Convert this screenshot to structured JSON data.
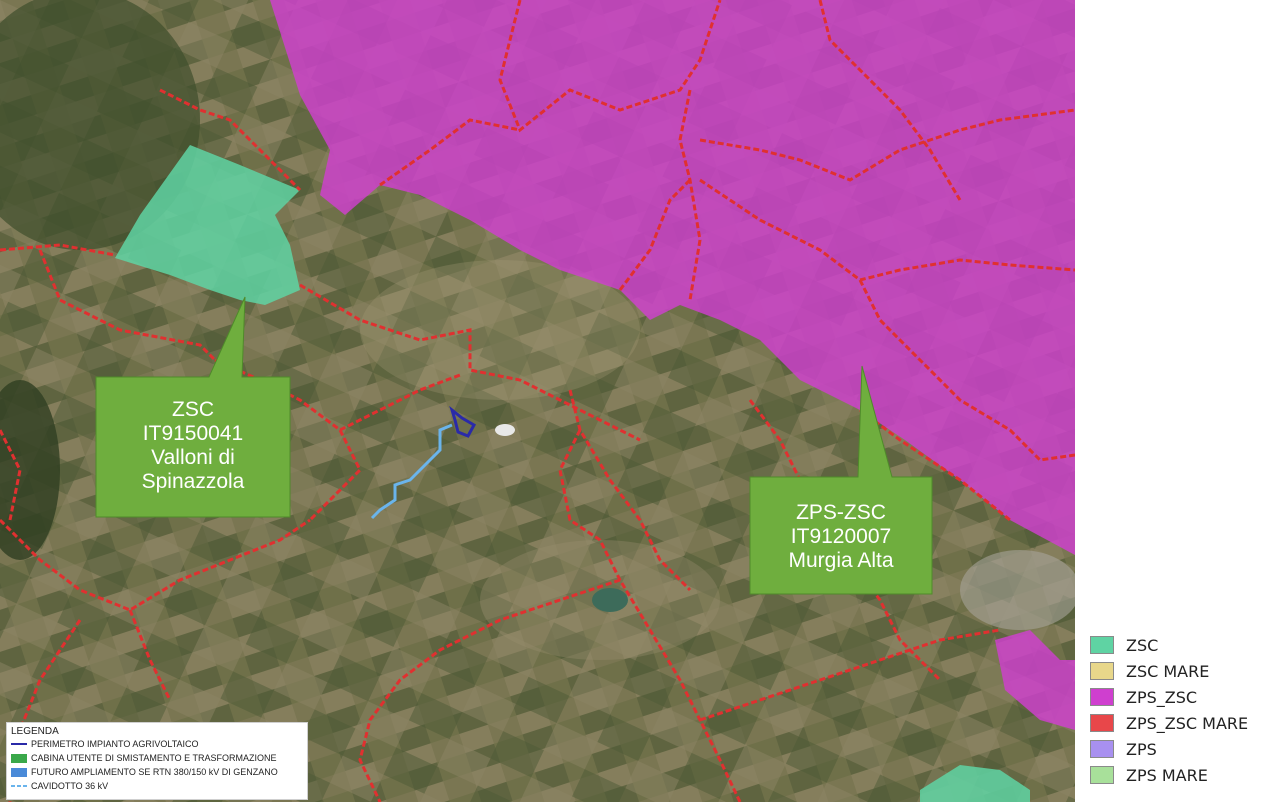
{
  "colors": {
    "zsc": "#5fd3a3",
    "zsc_mare": "#e8d78a",
    "zps_zsc": "#cf3fcf",
    "zps_zsc_mare": "#e8474a",
    "zps": "#a890f0",
    "zps_mare": "#a8e09a",
    "boundary": "#e03030",
    "callout": "#6fae3e",
    "perimetro": "#2a2aa8",
    "cabina": "#3aa84a",
    "futuro": "#4a8ad8",
    "cavidotto": "#6ab4ec"
  },
  "callouts": {
    "zsc": {
      "line1": "ZSC",
      "line2": "IT9150041",
      "line3": "Valloni di",
      "line4": "Spinazzola"
    },
    "zps": {
      "line1": "ZPS-ZSC",
      "line2": "IT9120007",
      "line3": "Murgia Alta"
    }
  },
  "legenda": {
    "title": "LEGENDA",
    "items": [
      {
        "label": "PERIMETRO IMPIANTO AGRIVOLTAICO",
        "symbol": "line"
      },
      {
        "label": "CABINA UTENTE DI SMISTAMENTO E TRASFORMAZIONE",
        "symbol": "fill-green"
      },
      {
        "label": "FUTURO AMPLIAMENTO SE RTN 380/150 kV DI GENZANO",
        "symbol": "fill-blue"
      },
      {
        "label": "CAVIDOTTO 36 kV",
        "symbol": "dash"
      }
    ]
  },
  "side_legend": [
    {
      "label": "ZSC",
      "color": "#5fd3a3"
    },
    {
      "label": "ZSC MARE",
      "color": "#e8d78a"
    },
    {
      "label": "ZPS_ZSC",
      "color": "#cf3fcf"
    },
    {
      "label": "ZPS_ZSC MARE",
      "color": "#e8474a"
    },
    {
      "label": "ZPS",
      "color": "#a890f0"
    },
    {
      "label": "ZPS MARE",
      "color": "#a8e09a"
    }
  ]
}
